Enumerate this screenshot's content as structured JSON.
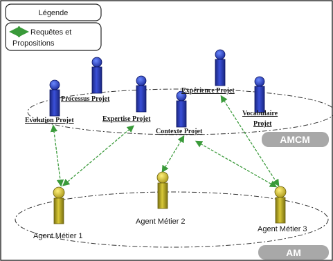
{
  "legend": {
    "title": "Légende",
    "item_label_line1": "Requêtes et",
    "item_label_line2": "Propositions"
  },
  "amcm": {
    "badge": "AMCM",
    "agents": [
      {
        "id": "processus",
        "label": "Processus Projet"
      },
      {
        "id": "evolution",
        "label": "Evolution Projet"
      },
      {
        "id": "expertise",
        "label": "Expertise Projet"
      },
      {
        "id": "contexte",
        "label": "Contexte Projet"
      },
      {
        "id": "experience",
        "label": "Expérience Projet"
      },
      {
        "id": "vocabulaire",
        "label_line1": "Vocabulaire",
        "label_line2": "Projet"
      }
    ]
  },
  "am": {
    "badge": "AM",
    "agents": [
      {
        "id": "metier1",
        "label": "Agent Métier 1"
      },
      {
        "id": "metier2",
        "label": "Agent Métier 2"
      },
      {
        "id": "metier3",
        "label": "Agent Métier 3"
      }
    ]
  },
  "colors": {
    "arrow": "#3a9a3a",
    "amcm_agent_body": "#2a3aa8",
    "amcm_agent_head": "#3050d0",
    "am_agent_body": "#b8a820",
    "am_agent_head": "#e0d040",
    "badge": "#a8a8a8"
  }
}
